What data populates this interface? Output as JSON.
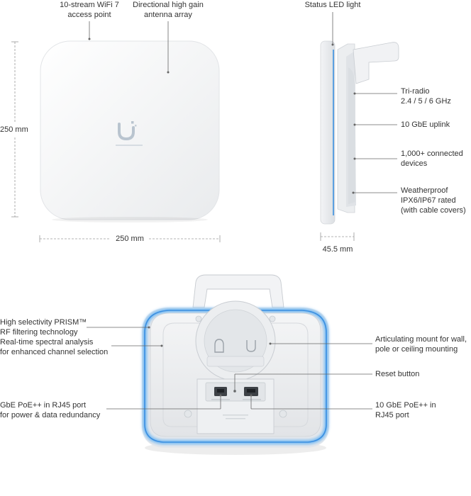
{
  "front": {
    "top_left_lines": [
      "10-stream WiFi 7",
      "access point"
    ],
    "top_right_lines": [
      "Directional high gain",
      "antenna array"
    ],
    "height_dim": "250 mm",
    "width_dim": "250 mm"
  },
  "side": {
    "status_led": "Status LED light",
    "tri_radio_lines": [
      "Tri-radio",
      "2.4 / 5 / 6 GHz"
    ],
    "uplink": "10 GbE uplink",
    "devices_lines": [
      "1,000+ connected",
      "devices"
    ],
    "weather_lines": [
      "Weatherproof",
      "IPX6/IP67 rated",
      "(with cable covers)"
    ],
    "depth_dim": "45.5 mm"
  },
  "back": {
    "prism_lines": [
      "High selectivity PRISM™",
      "RF filtering technology"
    ],
    "spectral_lines": [
      "Real-time spectral analysis",
      "for enhanced channel selection"
    ],
    "gbe_lines": [
      "GbE PoE++ in RJ45 port",
      "for power & data redundancy"
    ],
    "mount_lines": [
      "Articulating mount for wall,",
      "pole or ceiling mounting"
    ],
    "reset": "Reset button",
    "ten_gbe_lines": [
      "10 GbE PoE++ in",
      "RJ45 port"
    ]
  }
}
